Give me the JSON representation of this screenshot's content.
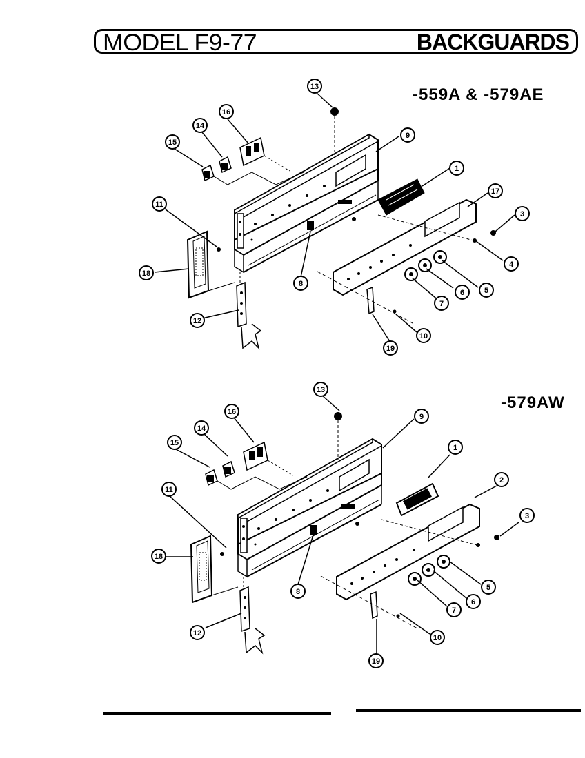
{
  "header": {
    "model": "MODEL F9-77",
    "section": "BACKGUARDS"
  },
  "variants": {
    "top": "-559A & -579AE",
    "bottom": "-579AW"
  },
  "callouts": {
    "top": [
      "13",
      "16",
      "14",
      "15",
      "9",
      "1",
      "17",
      "3",
      "11",
      "4",
      "18",
      "8",
      "5",
      "6",
      "7",
      "12",
      "10",
      "19"
    ],
    "bottom": [
      "13",
      "16",
      "14",
      "15",
      "9",
      "1",
      "2",
      "11",
      "3",
      "18",
      "8",
      "5",
      "6",
      "7",
      "12",
      "10",
      "19"
    ]
  }
}
